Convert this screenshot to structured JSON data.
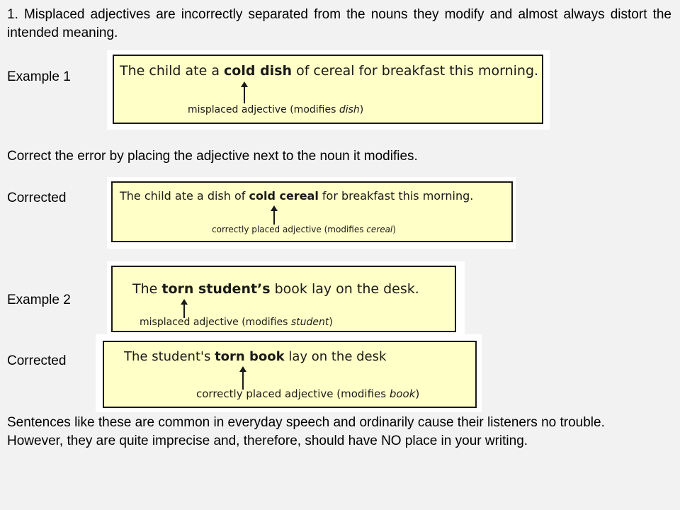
{
  "intro": "1. Misplaced adjectives are incorrectly separated from the nouns they modify and almost always distort the intended meaning.",
  "labels": {
    "example1": "Example 1",
    "correct_instruction": "Correct the error by placing the adjective next to the noun it modifies.",
    "corrected1": "Corrected",
    "example2": "Example 2",
    "corrected2": "Corrected"
  },
  "boxes": {
    "ex1": {
      "pre": "The child ate a ",
      "bold": "cold dish",
      "post": " of cereal for breakfast this morning.",
      "note_pre": "misplaced adjective (modifies ",
      "note_italic": "dish",
      "note_post": ")"
    },
    "cor1": {
      "pre": "The child ate a dish of ",
      "bold": "cold cereal",
      "post": " for breakfast this morning.",
      "note_pre": "correctly placed adjective (modifies ",
      "note_italic": "cereal",
      "note_post": ")"
    },
    "ex2": {
      "pre": "The ",
      "bold": "torn student’s",
      "post": " book lay on the desk.",
      "note_pre": "misplaced adjective (modifies ",
      "note_italic": "student",
      "note_post": ")"
    },
    "cor2": {
      "pre": "The student's ",
      "bold": "torn book",
      "post": " lay on the desk",
      "note_pre": "correctly placed adjective (modifies ",
      "note_italic": "book",
      "note_post": ")"
    }
  },
  "outro": "Sentences like these are common in everyday speech and ordinarily cause their listeners no trouble.  However, they are quite imprecise and, therefore, should have NO place in your writing.",
  "colors": {
    "box_fill": "#ffffc8",
    "page_bg": "#f2f2f2",
    "border": "#1a1a1a"
  }
}
